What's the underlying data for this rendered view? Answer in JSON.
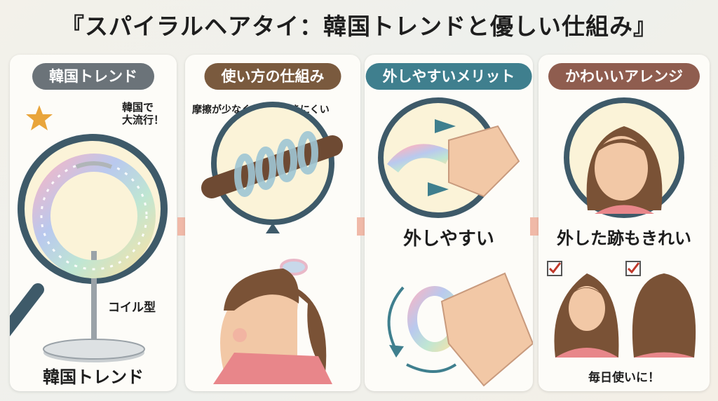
{
  "title": "『スパイラルヘアタイ：韓国トレンドと優しい仕組み』",
  "colors": {
    "pill_gray": "#6b7379",
    "pill_brown": "#7a5a3e",
    "pill_teal": "#3f7f8e",
    "pill_rose": "#8f5d4f",
    "arrow_pink": "#f0b9a8",
    "lens_frame": "#3e5a69",
    "star": "#e9a53b",
    "check": "#c0392b"
  },
  "panels": [
    {
      "header": "韓国トレンド",
      "popular_note_line1": "韓国で",
      "popular_note_line2": "大流行！",
      "coil_label": "コイル型",
      "footer": "韓国トレンド",
      "icons": [
        "star-icon",
        "magnifier-icon",
        "spiral-hair-tie-icon",
        "stand-icon"
      ]
    },
    {
      "header": "使い方の仕組み",
      "friction_note": "摩擦が少なく、跡がつきにくい",
      "icons": [
        "hair-strand-icon",
        "ponytail-woman-icon"
      ]
    },
    {
      "header": "外しやすいメリット",
      "easy_label": "外しやすい",
      "icons": [
        "hand-pull-icon",
        "rotate-arrows-icon"
      ]
    },
    {
      "header": "かわいいアレンジ",
      "clean_label": "外した跡もきれい",
      "footer": "毎日使いに！",
      "icons": [
        "woman-portrait-icon",
        "check-icon",
        "wavy-hair-icon"
      ]
    }
  ]
}
